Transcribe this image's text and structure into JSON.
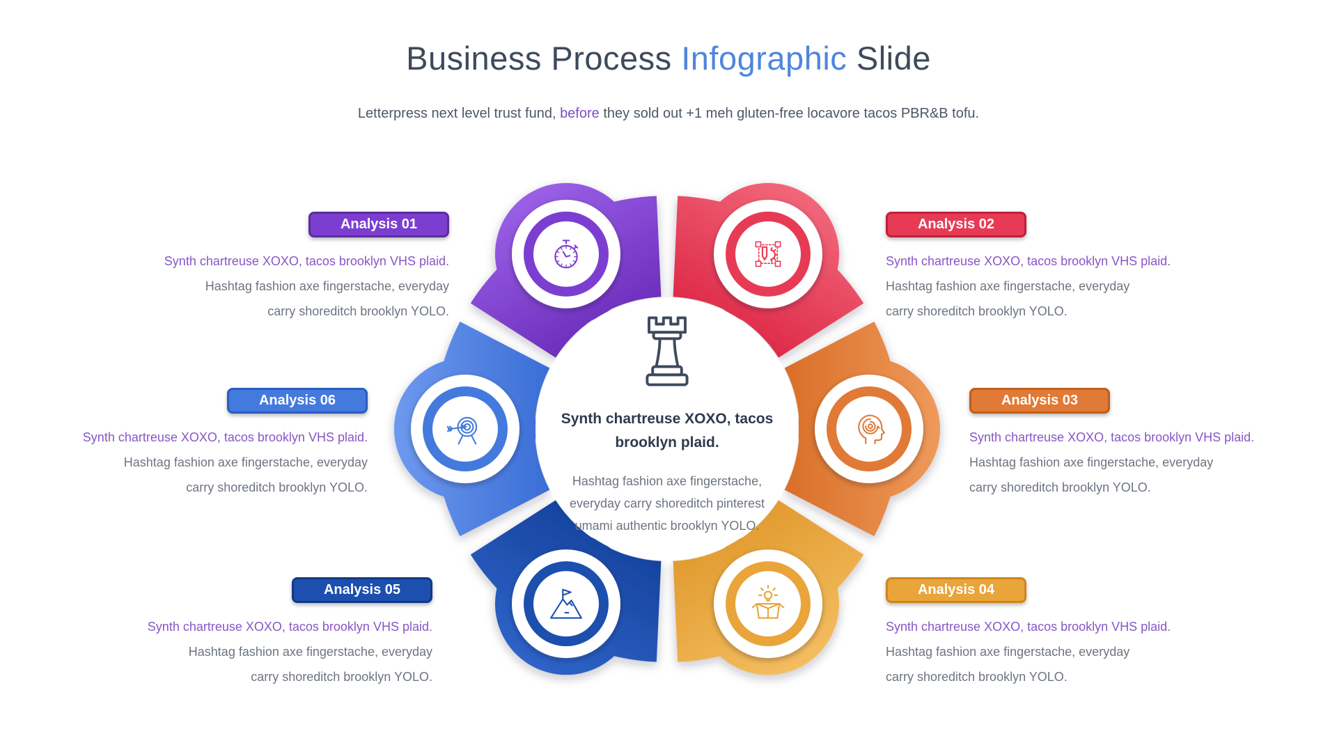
{
  "header": {
    "title_prefix": "Business Process",
    "title_accent": "Infographic",
    "title_suffix": "Slide",
    "title_color": "#3d4a5c",
    "title_accent_color": "#4e86dd",
    "subtitle_prefix": "Letterpress next level trust fund,",
    "subtitle_accent": "before",
    "subtitle_suffix": "they sold out +1 meh gluten-free locavore tacos PBR&B tofu.",
    "subtitle_accent_color": "#7a4fc6"
  },
  "center": {
    "icon": "rook-icon",
    "icon_color": "#3d4a5e",
    "heading_lines": [
      "Synth chartreuse XOXO, tacos",
      "brooklyn plaid."
    ],
    "body_lines": [
      "Hashtag fashion axe fingerstache,",
      "everyday carry shoreditch pinterest",
      "umami authentic brooklyn YOLO."
    ]
  },
  "text_colors": {
    "accent_line": "#8757c6",
    "body": "#6d7480",
    "heading": "#2e3a4e"
  },
  "items": [
    {
      "id": "01",
      "label": "Analysis 01",
      "icon": "stopwatch-icon",
      "accent_line": "Synth chartreuse XOXO, tacos brooklyn VHS plaid.",
      "body_lines": [
        "Hashtag fashion axe fingerstache, everyday",
        "carry shoreditch brooklyn YOLO."
      ],
      "colors": {
        "base": "#7c3ed0",
        "border": "#5b2d9b",
        "light": "#9a60e6",
        "dark": "#6526b6"
      }
    },
    {
      "id": "02",
      "label": "Analysis 02",
      "icon": "design-icon",
      "accent_line": "Synth chartreuse XOXO, tacos brooklyn VHS plaid.",
      "body_lines": [
        "Hashtag fashion axe fingerstache, everyday",
        "carry shoreditch brooklyn YOLO."
      ],
      "colors": {
        "base": "#e73b55",
        "border": "#c01f3c",
        "light": "#f2677a",
        "dark": "#da2040"
      }
    },
    {
      "id": "03",
      "label": "Analysis 03",
      "icon": "head-maze-icon",
      "accent_line": "Synth chartreuse XOXO, tacos brooklyn VHS plaid.",
      "body_lines": [
        "Hashtag fashion axe fingerstache, everyday",
        "carry shoreditch brooklyn YOLO."
      ],
      "colors": {
        "base": "#e07a36",
        "border": "#c05e1a",
        "light": "#ef9a5b",
        "dark": "#d5671f"
      }
    },
    {
      "id": "04",
      "label": "Analysis 04",
      "icon": "box-idea-icon",
      "accent_line": "Synth chartreuse XOXO, tacos brooklyn VHS plaid.",
      "body_lines": [
        "Hashtag fashion axe fingerstache, everyday",
        "carry shoreditch brooklyn YOLO."
      ],
      "colors": {
        "base": "#e9a43a",
        "border": "#cf861d",
        "light": "#f4bd60",
        "dark": "#de9527"
      }
    },
    {
      "id": "05",
      "label": "Analysis 05",
      "icon": "mountain-flag-icon",
      "accent_line": "Synth chartreuse XOXO, tacos brooklyn VHS plaid.",
      "body_lines": [
        "Hashtag fashion axe fingerstache, everyday",
        "carry shoreditch brooklyn YOLO."
      ],
      "colors": {
        "base": "#1c4fae",
        "border": "#113a85",
        "light": "#2e63c8",
        "dark": "#123e98"
      }
    },
    {
      "id": "06",
      "label": "Analysis 06",
      "icon": "target-arrow-icon",
      "accent_line": "Synth chartreuse XOXO, tacos brooklyn VHS plaid.",
      "body_lines": [
        "Hashtag fashion axe fingerstache, everyday",
        "carry shoreditch brooklyn YOLO."
      ],
      "colors": {
        "base": "#447ade",
        "border": "#2a5dc0",
        "light": "#6e99ee",
        "dark": "#3166d2"
      }
    }
  ]
}
